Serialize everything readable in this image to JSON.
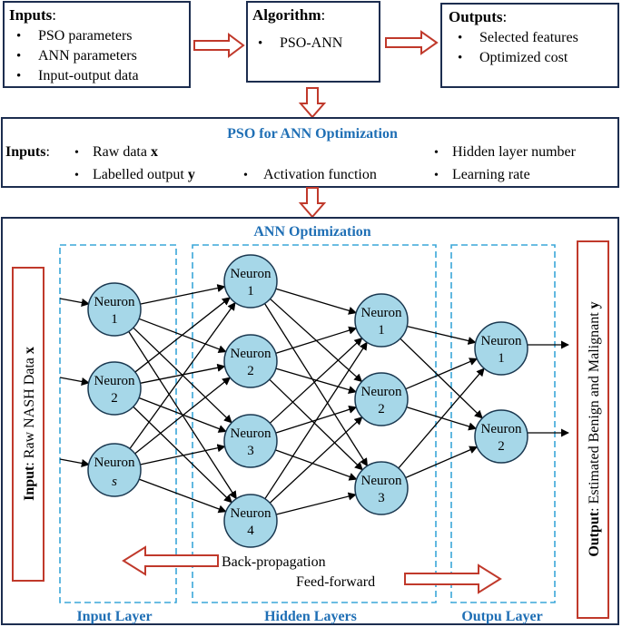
{
  "top": {
    "inputs": {
      "title": "Inputs",
      "items": [
        "PSO parameters",
        "ANN parameters",
        "Input-output data"
      ]
    },
    "algorithm": {
      "title": "Algorithm",
      "items": [
        "PSO-ANN"
      ]
    },
    "outputs": {
      "title": "Outputs",
      "items": [
        "Selected features",
        "Optimized cost"
      ]
    }
  },
  "pso": {
    "title": "PSO for ANN Optimization",
    "inputs_label": "Inputs",
    "items": [
      {
        "text": "Raw data ",
        "var": "x"
      },
      {
        "text": "Labelled output ",
        "var": "y"
      },
      {
        "text": "Activation function",
        "var": ""
      },
      {
        "text": "Hidden layer number",
        "var": ""
      },
      {
        "text": "Learning rate",
        "var": ""
      }
    ]
  },
  "ann": {
    "title": "ANN Optimization",
    "input_side": {
      "bold": "Input",
      "text": ": Raw NASH Data ",
      "var": "x"
    },
    "output_side": {
      "bold": "Output",
      "text": ": Estimated Benign and Malignant ",
      "var": "y"
    },
    "neuron_word": "Neuron",
    "input_neurons": [
      "1",
      "2",
      "s"
    ],
    "hidden_neurons_a": [
      "1",
      "2",
      "3",
      "4"
    ],
    "hidden_neurons_b": [
      "1",
      "2",
      "3"
    ],
    "output_neurons": [
      "1",
      "2"
    ],
    "layers": [
      "Input Layer",
      "Hidden Layers",
      "Outpu Layer"
    ],
    "back_propagation": "Back-propagation",
    "feed_forward": "Feed-forward"
  },
  "colors": {
    "box_border": "#1c2d4f",
    "arrow": "#c0392b",
    "neuron_fill": "#a6d7e8",
    "dashed": "#3aa7d9",
    "title_blue": "#1f6fb5"
  }
}
